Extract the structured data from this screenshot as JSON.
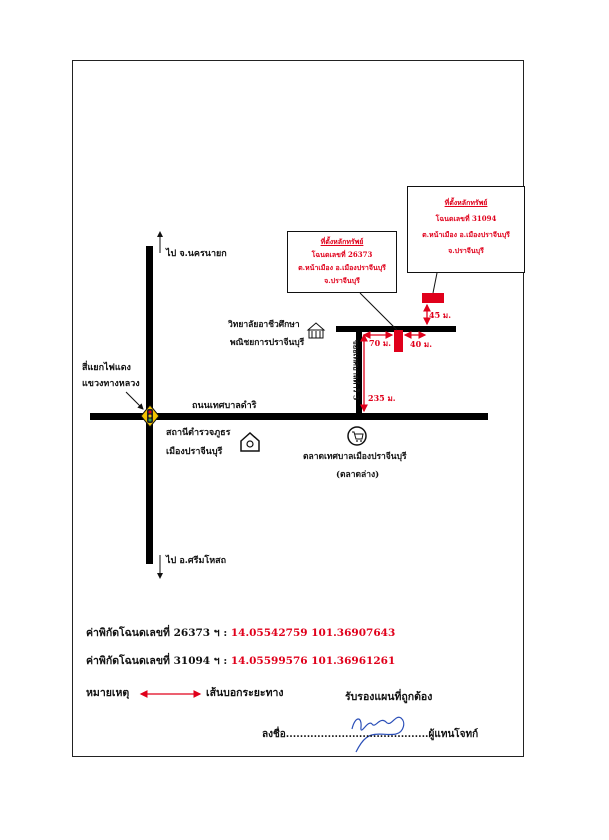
{
  "roads": {
    "north_dest": "ไป จ.นครนายก",
    "south_dest": "ไป อ.ศรีมโหสถ",
    "main_road": "ถนนเทศบาลดำริ",
    "side_road": "ซอยเทศบาลดำริ 3",
    "intersection_line1": "สี่แยกไฟแดง",
    "intersection_line2": "แขวงทางหลวง"
  },
  "landmarks": {
    "police_line1": "สถานีตำรวจภูธร",
    "police_line2": "เมืองปราจีนบุรี",
    "college_line1": "วิทยาลัยอาชีวศึกษา",
    "college_line2": "พณิชยการปราจีนบุรี",
    "market_line1": "ตลาดเทศบาลเมืองปราจีนบุรี",
    "market_line2": "(ตลาดล่าง)"
  },
  "distances": {
    "d235": "235 ม.",
    "d70": "70 ม.",
    "d40": "40 ม.",
    "d45": "45 ม."
  },
  "parcel_1": {
    "title": "ที่ตั้งหลักทรัพย์",
    "line1": "โฉนดเลขที่ 26373",
    "line2": "ต.หน้าเมือง อ.เมืองปราจีนบุรี",
    "line3": "จ.ปราจีนบุรี"
  },
  "parcel_2": {
    "title": "ที่ตั้งหลักทรัพย์",
    "line1": "โฉนดเลขที่ 31094",
    "line2": "ต.หน้าเมือง อ.เมืองปราจีนบุรี",
    "line3": "จ.ปราจีนบุรี"
  },
  "coordinates": [
    {
      "label": "ค่าพิกัดโฉนดเลขที่ 26373 ฯ : ",
      "value": "14.05542759 101.36907643"
    },
    {
      "label": "ค่าพิกัดโฉนดเลขที่ 31094 ฯ : ",
      "value": "14.05599576 101.36961261"
    }
  ],
  "legend": {
    "note_label": "หมายเหตุ",
    "arrow_meaning": "เส้นบอกระยะทาง"
  },
  "certification": {
    "certify_text": "รับรองแผนที่ถูกต้อง",
    "sign_line": "ลงชื่อ.........................................ผู้แทนโจทก์"
  },
  "colors": {
    "road": "#000000",
    "marker": "#e0001b",
    "distance_arrow": "#e0001b"
  }
}
